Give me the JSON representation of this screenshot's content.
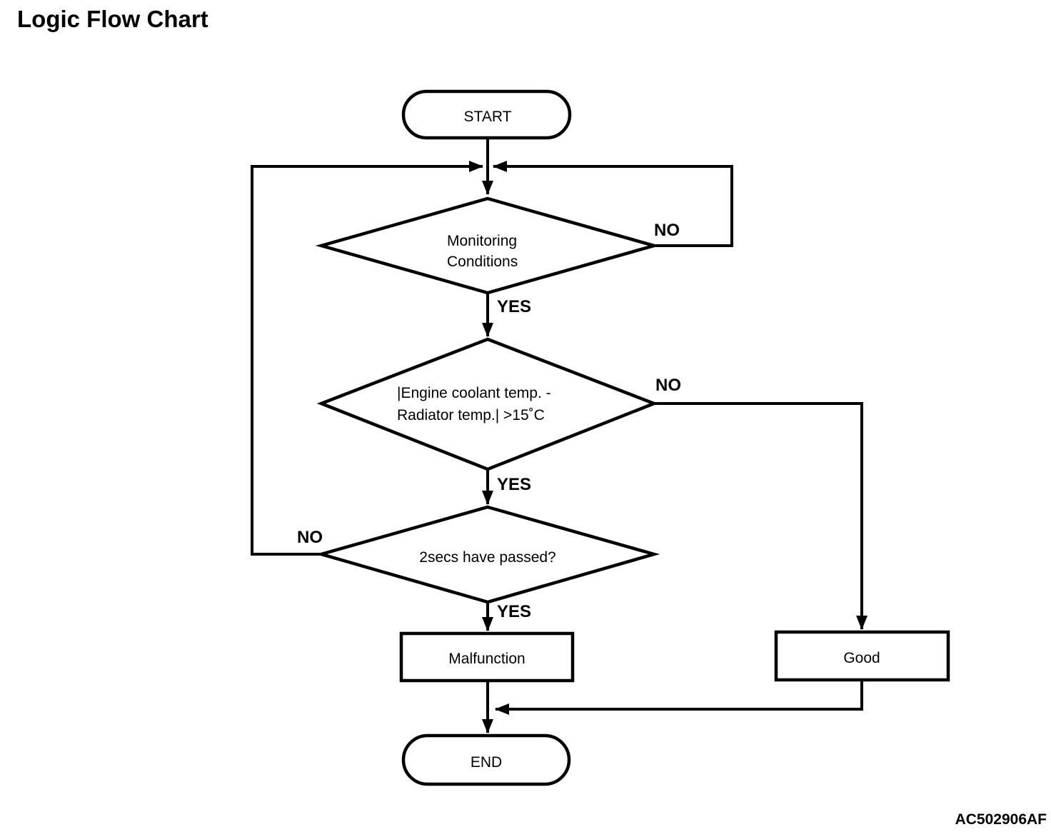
{
  "page": {
    "title": "Logic Flow Chart",
    "figure_code": "AC502906AF",
    "colors": {
      "background": "#ffffff",
      "line": "#000000",
      "text": "#000000"
    }
  },
  "flowchart": {
    "type": "flowchart",
    "nodes": {
      "start": {
        "shape": "terminator",
        "label": "START"
      },
      "monitoring": {
        "shape": "decision",
        "line1": "Monitoring",
        "line2": "Conditions"
      },
      "temp": {
        "shape": "decision",
        "line1": "|Engine coolant temp. -",
        "line2": "Radiator temp.| >15˚C"
      },
      "timer": {
        "shape": "decision",
        "label": "2secs have passed?"
      },
      "malfunction": {
        "shape": "process",
        "label": "Malfunction"
      },
      "good": {
        "shape": "process",
        "label": "Good"
      },
      "end": {
        "shape": "terminator",
        "label": "END"
      }
    },
    "edges": {
      "monitoring_no": {
        "label": "NO"
      },
      "monitoring_yes": {
        "label": "YES"
      },
      "temp_no": {
        "label": "NO"
      },
      "temp_yes": {
        "label": "YES"
      },
      "timer_no": {
        "label": "NO"
      },
      "timer_yes": {
        "label": "YES"
      }
    },
    "connections": [
      {
        "from": "START",
        "to": "Monitoring Conditions",
        "label": ""
      },
      {
        "from": "Monitoring Conditions",
        "to": "loop junction above Monitoring Conditions",
        "label": "NO"
      },
      {
        "from": "Monitoring Conditions",
        "to": "|Engine coolant temp. - Radiator temp.| >15˚C",
        "label": "YES"
      },
      {
        "from": "|Engine coolant temp. - Radiator temp.| >15˚C",
        "to": "Good",
        "label": "NO"
      },
      {
        "from": "|Engine coolant temp. - Radiator temp.| >15˚C",
        "to": "2secs have passed?",
        "label": "YES"
      },
      {
        "from": "2secs have passed?",
        "to": "loop junction above Monitoring Conditions",
        "label": "NO"
      },
      {
        "from": "2secs have passed?",
        "to": "Malfunction",
        "label": "YES"
      },
      {
        "from": "Malfunction",
        "to": "END",
        "label": ""
      },
      {
        "from": "Good",
        "to": "END",
        "label": ""
      }
    ]
  }
}
